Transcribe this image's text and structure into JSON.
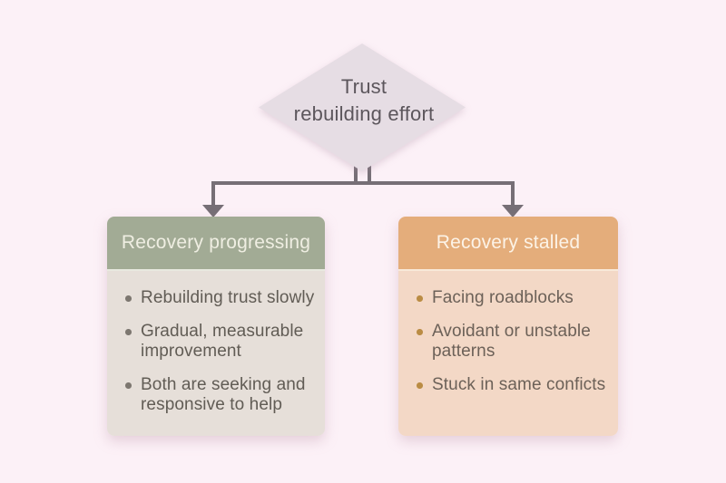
{
  "colors": {
    "bg": "#fcf1f7",
    "diamond-fill": "#e6dde4",
    "diamond-text": "#5c565c",
    "line": "#766f76",
    "green-header": "#a2ab95",
    "green-header-text": "#efeee2",
    "green-body": "#e6dfd9",
    "green-text": "#615c55",
    "green-bullet": "#7d7770",
    "orange-header": "#e4ad7b",
    "orange-header-text": "#fcf3e7",
    "orange-body": "#f3d8c6",
    "orange-text": "#6c6158",
    "orange-bullet": "#ba8c44"
  },
  "diagram": {
    "root": {
      "label": "Trust\nrebuilding effort"
    },
    "branches": [
      {
        "id": "progressing",
        "title": "Recovery progressing",
        "items": [
          "Rebuilding trust slowly",
          "Gradual, measurable\nimprovement",
          "Both are seeking and\nresponsive to help"
        ]
      },
      {
        "id": "stalled",
        "title": "Recovery stalled",
        "items": [
          "Facing roadblocks",
          "Avoidant or unstable\npatterns",
          "Stuck in same conficts"
        ]
      }
    ]
  }
}
